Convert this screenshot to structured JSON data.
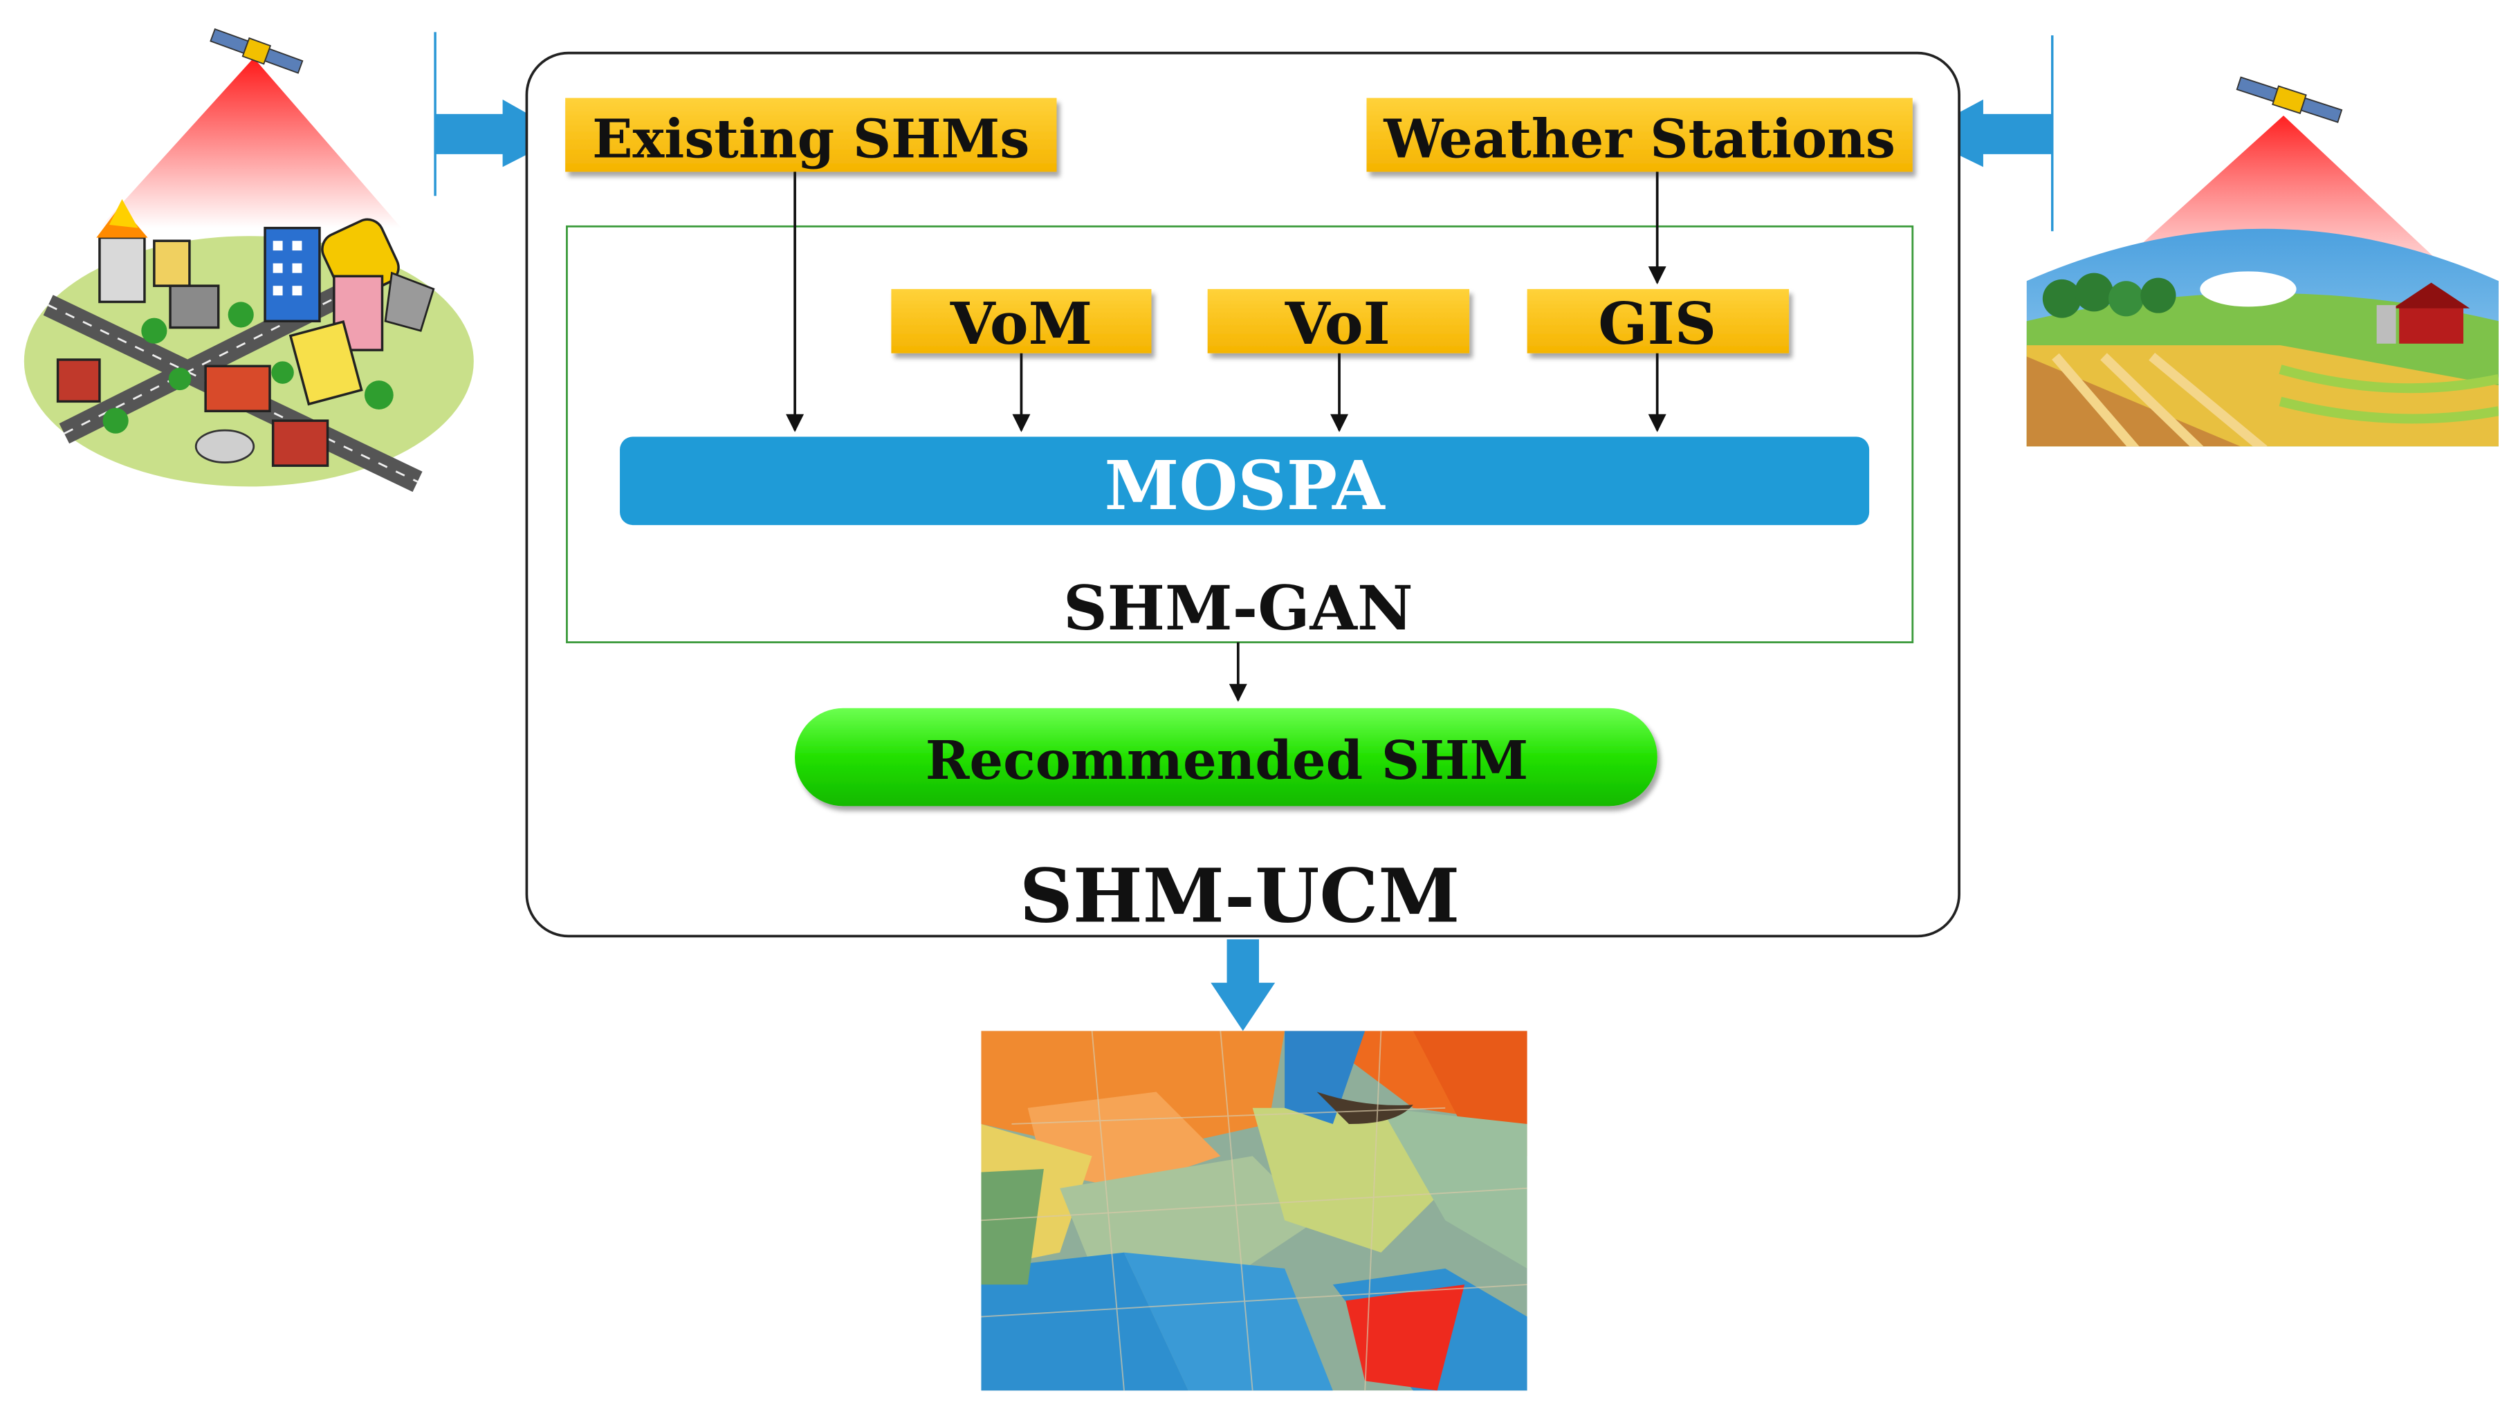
{
  "diagram": {
    "inputs": {
      "existing_shms": "Existing SHMs",
      "weather_stations": "Weather Stations"
    },
    "data_sources": {
      "vom": "VoM",
      "voi": "VoI",
      "gis": "GIS"
    },
    "core_model": "MOSPA",
    "inner_frame_label": "SHM-GAN",
    "output": "Recommended SHM",
    "outer_frame_label": "SHM-UCM"
  },
  "colors": {
    "input_box": "#ffc20e",
    "model_bar": "#1f9bd7",
    "output_pill": "#22e000",
    "arrow_blue": "#2a97d6",
    "inner_frame": "#3a9a3a",
    "outer_frame": "#222222"
  },
  "illustrations": [
    "satellite-urban-icon",
    "satellite-farmland-icon",
    "land-parcel-map"
  ]
}
